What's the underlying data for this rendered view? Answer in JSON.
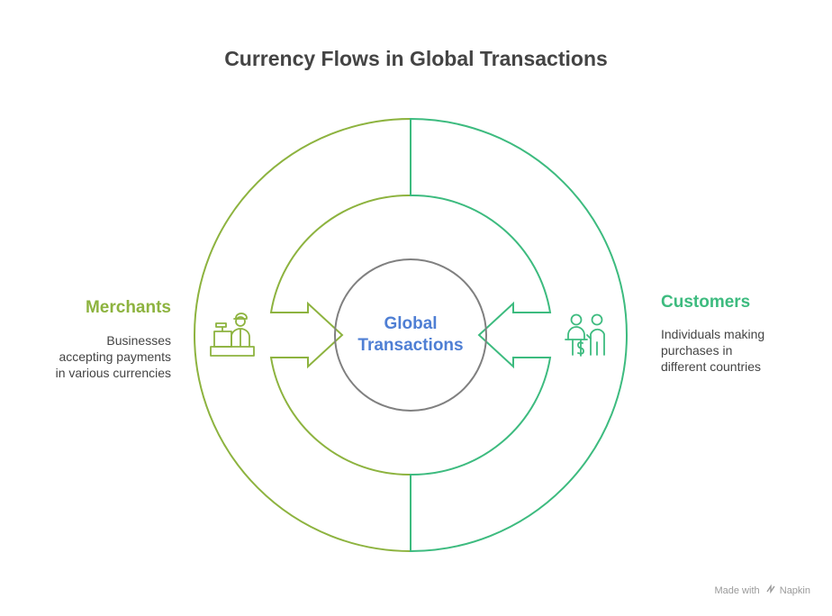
{
  "title": "Currency Flows in Global Transactions",
  "center": {
    "line1": "Global",
    "line2": "Transactions"
  },
  "merchants": {
    "title": "Merchants",
    "desc_lines": [
      "Businesses",
      "accepting payments",
      "in various currencies"
    ],
    "icon": "cashier-icon",
    "color": "#8db33f"
  },
  "customers": {
    "title": "Customers",
    "desc_lines": [
      "Individuals making",
      "purchases in",
      "different countries"
    ],
    "icon": "customers-payment-icon",
    "color": "#3dbb7f"
  },
  "colors": {
    "center_circle": "#808080",
    "center_text": "#4f7fd4",
    "text": "#444444"
  },
  "footer": {
    "made_with": "Made with",
    "brand": "Napkin"
  }
}
